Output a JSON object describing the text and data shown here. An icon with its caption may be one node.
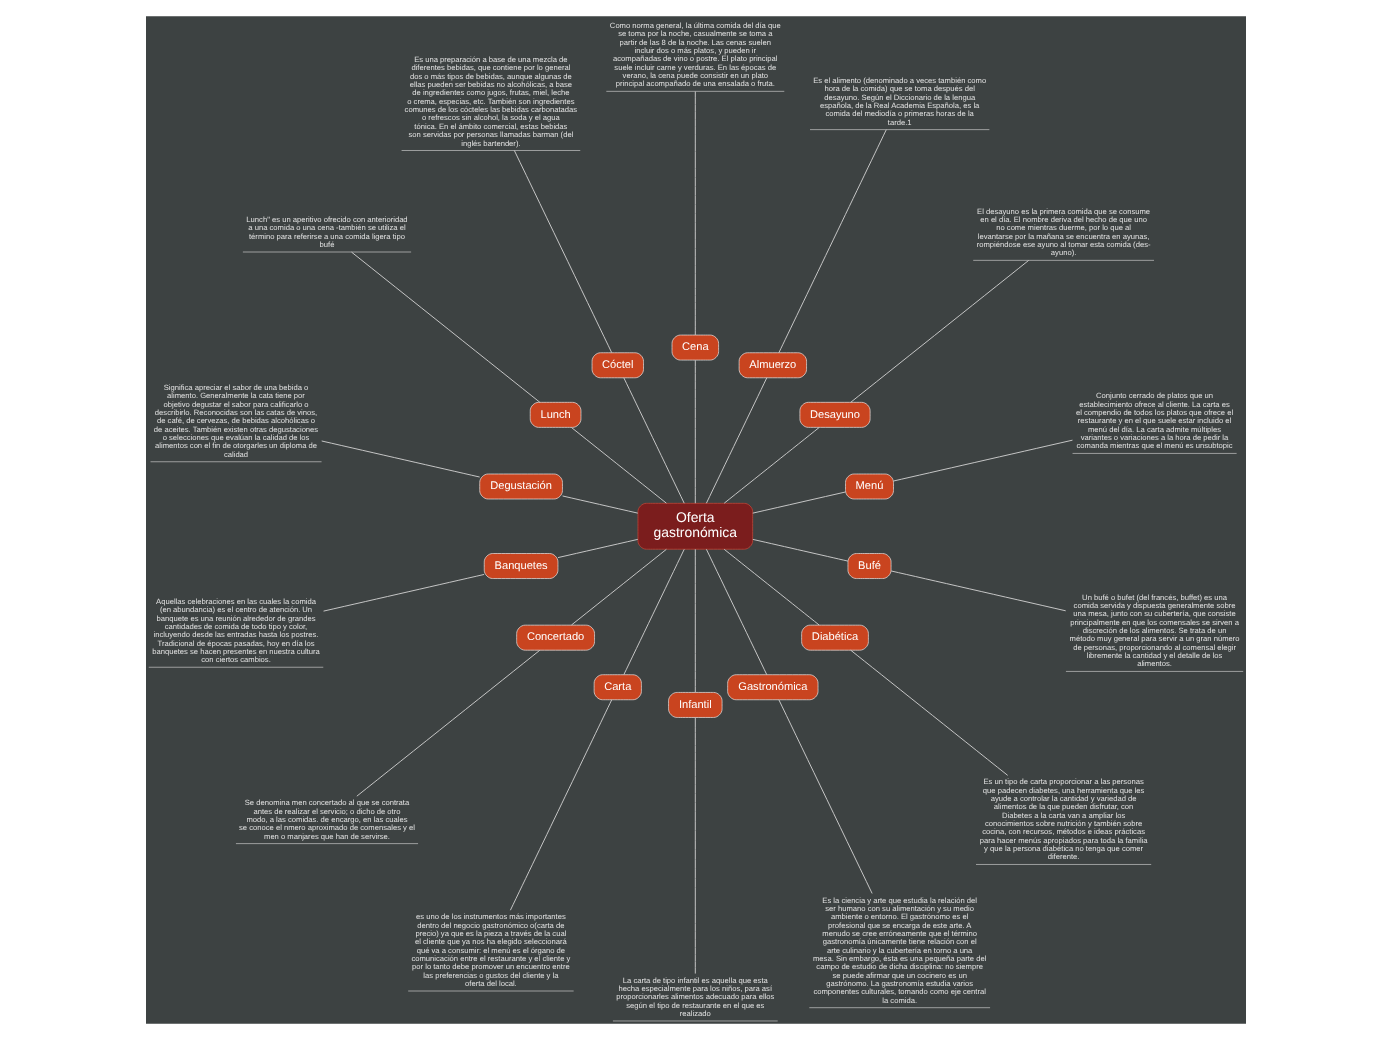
{
  "diagram": {
    "nodes": [
      {
        "text": [
          "Oferta gastronómica"
        ]
      },
      {
        "text": [
          "Menú"
        ]
      },
      {
        "text": [
          "Conjunto cerrado de platos que un establecimiento ofrece al cliente. La carta es el compendio de todos los platos que ofrece el restaurante y en el que suele estar incluido el menú del día. La carta admite múltiples variantes o variaciones a la hora de pedir la comanda mientras que el menú es unsubtopic"
        ]
      },
      {
        "text": [
          "Desayuno"
        ]
      },
      {
        "text": [
          "El desayuno es la primera comida que se consume en el día. El nombre deriva del hecho de que uno no come mientras duerme, por lo que al levantarse por la mañana se encuentra en ayunas, rompiéndose ese ayuno al tomar esta comida (des-ayuno)."
        ]
      },
      {
        "text": [
          "Almuerzo"
        ]
      },
      {
        "text": [
          "Es el alimento (denominado a veces también como hora de la comida) que se toma después del desayuno. Según el Diccionario de la lengua española, de la Real Academia Española, es la comida del mediodía o primeras horas de la tarde.1"
        ]
      },
      {
        "text": [
          "Cena"
        ]
      },
      {
        "text": [
          "Como norma general, la última comida del día que se toma por la noche, casualmente se toma a partir de las 8 de la noche. Las cenas suelen incluir dos o más platos, y pueden ir acompañadas de vino o postre. El plato principal suele incluir carne y verduras. En las épocas de verano, la cena puede consistir en un plato principal acompañado de una ensalada o fruta."
        ]
      },
      {
        "text": [
          "Cóctel"
        ]
      },
      {
        "text": [
          "Es una preparación a base de una mezcla de diferentes bebidas, que contiene por lo general dos o más tipos de bebidas, aunque algunas de ellas pueden ser bebidas no alcohólicas, a base de ingredientes como jugos, frutas, miel, leche o crema, especias, etc. También son ingredientes comunes de los cócteles las bebidas carbonatadas o refrescos sin alcohol, la soda y el agua tónica. En el ámbito comercial, estas bebidas son servidas por personas llamadas barman (del inglés bartender)."
        ]
      },
      {
        "text": [
          "Lunch"
        ]
      },
      {
        "text": [
          "Lunch\" es un aperitivo ofrecido con anterioridad a una comida o una cena -también se utiliza el término para referirse a una comida ligera tipo bufé"
        ]
      },
      {
        "text": [
          "Degustación"
        ]
      },
      {
        "text": [
          "Significa apreciar el sabor de una bebida o alimento. Generalmente la cata tiene por objetivo degustar el sabor para calificarlo o describirlo. Reconocidas son las catas de vinos, de café, de cervezas, de bebidas alcohólicas o de aceites. También existen otras degustaciones o selecciones que evalúan la calidad de los alimentos con el fin de otorgarles un diploma de calidad"
        ]
      },
      {
        "text": [
          "Banquetes"
        ]
      },
      {
        "text": [
          "Aquellas celebraciones en las cuales la comida (en abundancia) es el centro de atención. Un banquete es una reunión alrededor de grandes cantidades de comida de todo tipo y color, incluyendo desde las entradas hasta los postres. Tradicional de épocas pasadas, hoy en día los banquetes se hacen presentes en nuestra cultura con ciertos cambios."
        ]
      },
      {
        "text": [
          "Concertado"
        ]
      },
      {
        "text": [
          "Se denomina men concertado al que se contrata antes de realizar el servicio; o dicho de otro modo, a las comidas. de encargo, en las cuales se conoce el nmero aproximado de comensales y el men o manjares que han de servirse."
        ]
      },
      {
        "text": [
          "Carta"
        ]
      },
      {
        "text": [
          "es uno de los instrumentos más importantes dentro del negocio gastronómico o(carta de precio) ya que es la pieza a través de la cual el cliente que ya nos ha elegido seleccionará qué va a consumir: el menú es el órgano de comunicación entre el restaurante y el cliente y por lo tanto debe promover un encuentro entre las preferencias o gustos del cliente y la oferta del local."
        ]
      },
      {
        "text": [
          "Infantil"
        ]
      },
      {
        "text": [
          "La carta de tipo infantil es aquella que esta hecha especialmente para los niños, para así proporcionarles alimentos adecuado para ellos según el tipo de restaurante en el que es realizado"
        ]
      },
      {
        "text": [
          "Gastronómica"
        ]
      },
      {
        "text": [
          "Es la ciencia y arte que estudia la relación del ser humano con su alimentación y su medio ambiente o entorno. El gastrónomo es el profesional que se encarga de este arte. A menudo se cree erróneamente que el término gastronomía únicamente tiene relación con el arte culinario y la cubertería en torno a una mesa. Sin embargo, ésta es una pequeña parte del campo de estudio de dicha disciplina: no siempre se puede afirmar que un cocinero es un gastrónomo. La gastronomía estudia varios componentes culturales, tomando como eje central la comida."
        ]
      },
      {
        "text": [
          "Diabética"
        ]
      },
      {
        "text": [
          "Es un tipo de carta proporcionar a las personas que padecen diabetes, una herramienta que les ayude a controlar la cantidad y variedad de alimentos de la que pueden disfrutar, con Diabetes a la carta van a ampliar los conocimientos sobre nutrición y también sobre cocina, con recursos, métodos e ideas prácticas para hacer menús apropiados para toda la familia y que la persona diabética no tenga que comer diferente."
        ]
      },
      {
        "text": [
          "Bufé"
        ]
      },
      {
        "text": [
          "Un bufé o bufet (del francés, buffet) es una comida servida y dispuesta generalmente sobre una mesa, junto con su cubertería, que consiste principalmente en que los comensales se sirven a discreción de los alimentos. Se trata de un método muy general para servir a un gran número de personas, proporcionando al comensal elegir libremente la cantidad y el detalle de los alimentos."
        ]
      }
    ],
    "edges": [
      {
        "from": 0,
        "to": 1,
        "arrow": "none"
      },
      {
        "from": 1,
        "to": 2,
        "arrow": "none"
      },
      {
        "from": 0,
        "to": 3,
        "arrow": "none"
      },
      {
        "from": 3,
        "to": 4,
        "arrow": "none"
      },
      {
        "from": 0,
        "to": 5,
        "arrow": "none"
      },
      {
        "from": 5,
        "to": 6,
        "arrow": "none"
      },
      {
        "from": 0,
        "to": 7,
        "arrow": "none"
      },
      {
        "from": 7,
        "to": 8,
        "arrow": "none"
      },
      {
        "from": 0,
        "to": 9,
        "arrow": "none"
      },
      {
        "from": 9,
        "to": 10,
        "arrow": "none"
      },
      {
        "from": 0,
        "to": 11,
        "arrow": "none"
      },
      {
        "from": 11,
        "to": 12,
        "arrow": "none"
      },
      {
        "from": 0,
        "to": 13,
        "arrow": "none"
      },
      {
        "from": 13,
        "to": 14,
        "arrow": "none"
      },
      {
        "from": 0,
        "to": 15,
        "arrow": "none"
      },
      {
        "from": 15,
        "to": 16,
        "arrow": "none"
      },
      {
        "from": 0,
        "to": 17,
        "arrow": "none"
      },
      {
        "from": 17,
        "to": 18,
        "arrow": "none"
      },
      {
        "from": 0,
        "to": 19,
        "arrow": "none"
      },
      {
        "from": 19,
        "to": 20,
        "arrow": "none"
      },
      {
        "from": 0,
        "to": 21,
        "arrow": "none"
      },
      {
        "from": 21,
        "to": 22,
        "arrow": "none"
      },
      {
        "from": 0,
        "to": 23,
        "arrow": "none"
      },
      {
        "from": 23,
        "to": 24,
        "arrow": "none"
      },
      {
        "from": 0,
        "to": 25,
        "arrow": "none"
      },
      {
        "from": 25,
        "to": 26,
        "arrow": "none"
      },
      {
        "from": 0,
        "to": 27,
        "arrow": "none"
      },
      {
        "from": 27,
        "to": 28,
        "arrow": "none"
      }
    ]
  }
}
